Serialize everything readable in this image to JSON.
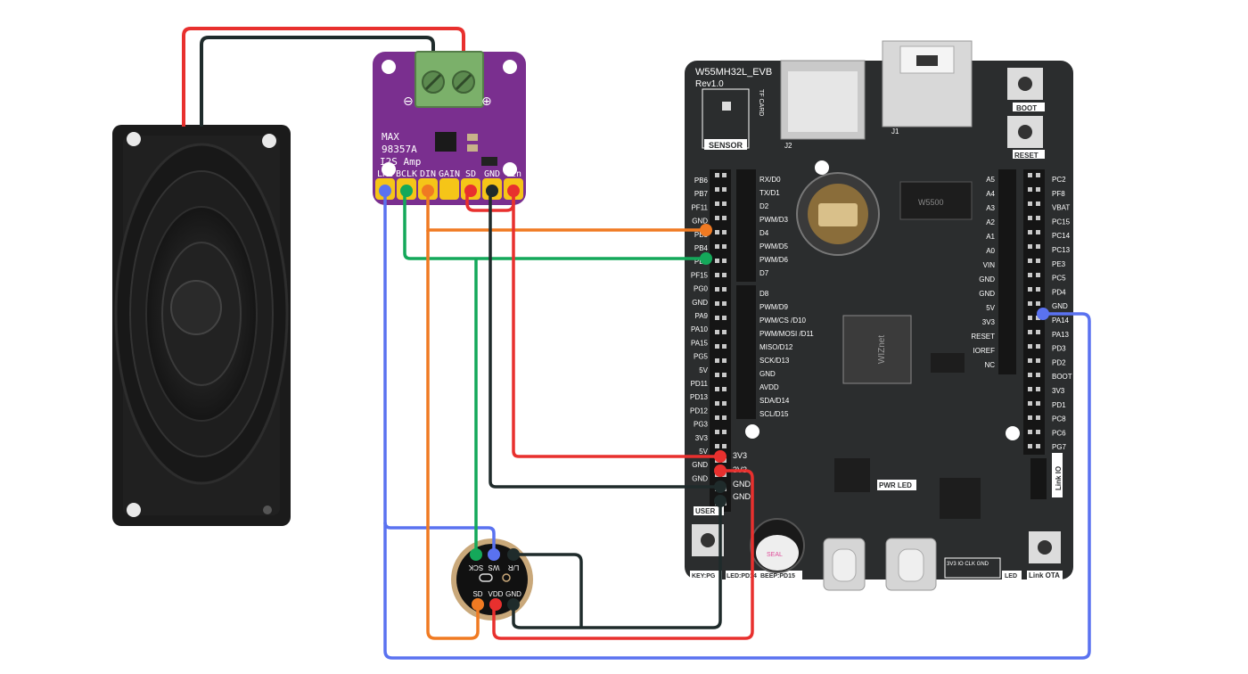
{
  "amp": {
    "name_line1": "MAX",
    "name_line2": "98357A",
    "name_line3": "I2S Amp",
    "pins": [
      "LRC",
      "BCLK",
      "DIN",
      "GAIN",
      "SD",
      "GND",
      "Vin"
    ],
    "terminal_minus": "⊖",
    "terminal_plus": "⊕"
  },
  "mic": {
    "top_pins": [
      "SCK",
      "WS",
      "L/R"
    ],
    "bottom_pins": [
      "SD",
      "VDD",
      "GND"
    ]
  },
  "board": {
    "title": "W55MH32L_EVB",
    "rev": "Rev1.0",
    "sensor_label": "SENSOR",
    "tf_label": "TF CARD",
    "j1": "J1",
    "j2": "J2",
    "boot_label": "BOOT",
    "reset_label": "RESET",
    "pwr_led": "PWR LED",
    "user_label": "USER",
    "link_io": "Link IO",
    "link_ota": "Link OTA",
    "led_label": "LED",
    "key_label": "KEY:PG",
    "led_pd": "LED:PD14",
    "beep_label": "BEEP:PD15",
    "header_strip": "3V3  IO  CLK  GND",
    "chip_brand": "WIZnet",
    "eth_chip": "W5500",
    "left_header": [
      "PB6",
      "PB7",
      "PF11",
      "GND",
      "PB3",
      "PB4",
      "PB5",
      "PF15",
      "PG0",
      "GND",
      "PA9",
      "PA10",
      "PA15",
      "PG5",
      "5V",
      "PD11",
      "PD13",
      "PD12",
      "PG3",
      "3V3",
      "5V",
      "GND",
      "GND"
    ],
    "arduino_top": [
      "RX/D0",
      "TX/D1",
      "D2",
      "PWM/D3",
      "D4",
      "PWM/D5",
      "PWM/D6",
      "D7"
    ],
    "arduino_mid": [
      "D8",
      "PWM/D9",
      "PWM/CS /D10",
      "PWM/MOSI /D11",
      "MISO/D12",
      "SCK/D13",
      "GND",
      "AVDD",
      "SDA/D14",
      "SCL/D15"
    ],
    "power_pins": [
      "3V3",
      "3V3",
      "GND",
      "GND"
    ],
    "analog_left": [
      "A5",
      "A4",
      "A3",
      "A2",
      "A1",
      "A0",
      "VIN",
      "GND",
      "GND",
      "5V",
      "3V3",
      "RESET",
      "IOREF",
      "NC"
    ],
    "right_header": [
      "PC2",
      "PF8",
      "VBAT",
      "PC15",
      "PC14",
      "PC13",
      "PE3",
      "PC5",
      "PD4",
      "GND",
      "PA14",
      "PA13",
      "PD3",
      "PD2",
      "BOOT",
      "3V3",
      "PD1",
      "PC8",
      "PC6",
      "PG7"
    ]
  },
  "colors": {
    "red": "#e8302e",
    "black": "#1f2b2b",
    "orange": "#f07a22",
    "green": "#14a85a",
    "blue": "#5a72f0",
    "board": "#2b2d2e",
    "amp": "#7a2f8f"
  }
}
